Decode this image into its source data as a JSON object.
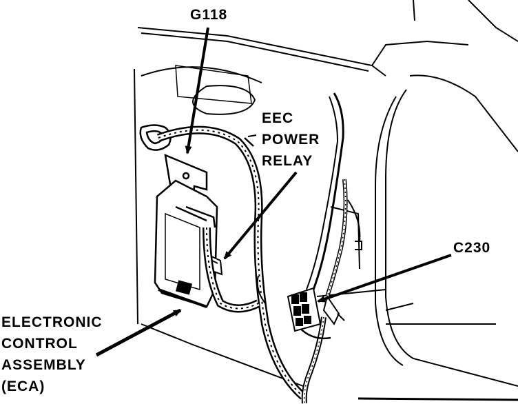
{
  "callouts": {
    "g118": "G118",
    "eec_power_relay": [
      "EEC",
      "POWER",
      "RELAY"
    ],
    "c230": "C230",
    "eca": [
      "ELECTRONIC",
      "CONTROL",
      "ASSEMBLY",
      "(ECA)"
    ]
  },
  "colors": {
    "ink": "#000000",
    "paper": "#ffffff"
  }
}
